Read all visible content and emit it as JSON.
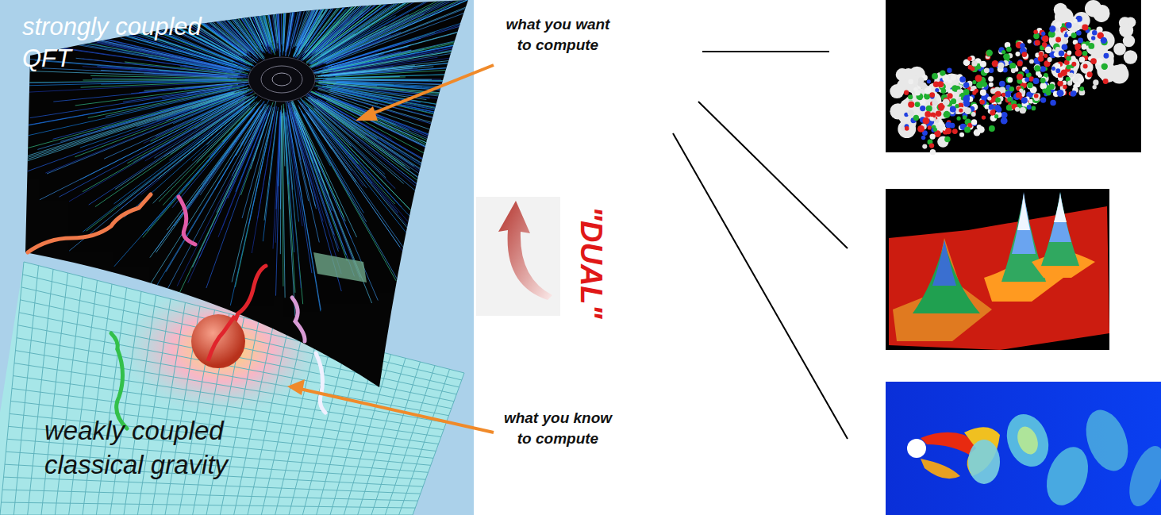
{
  "diagram": {
    "nodes": [
      {
        "text": [
          "strongly coupled QFT",
          "weakly coupled classical gravity"
        ]
      }
    ],
    "labels": [
      "what you want to compute",
      "\"DUAL\"",
      "what you know to compute"
    ]
  }
}
